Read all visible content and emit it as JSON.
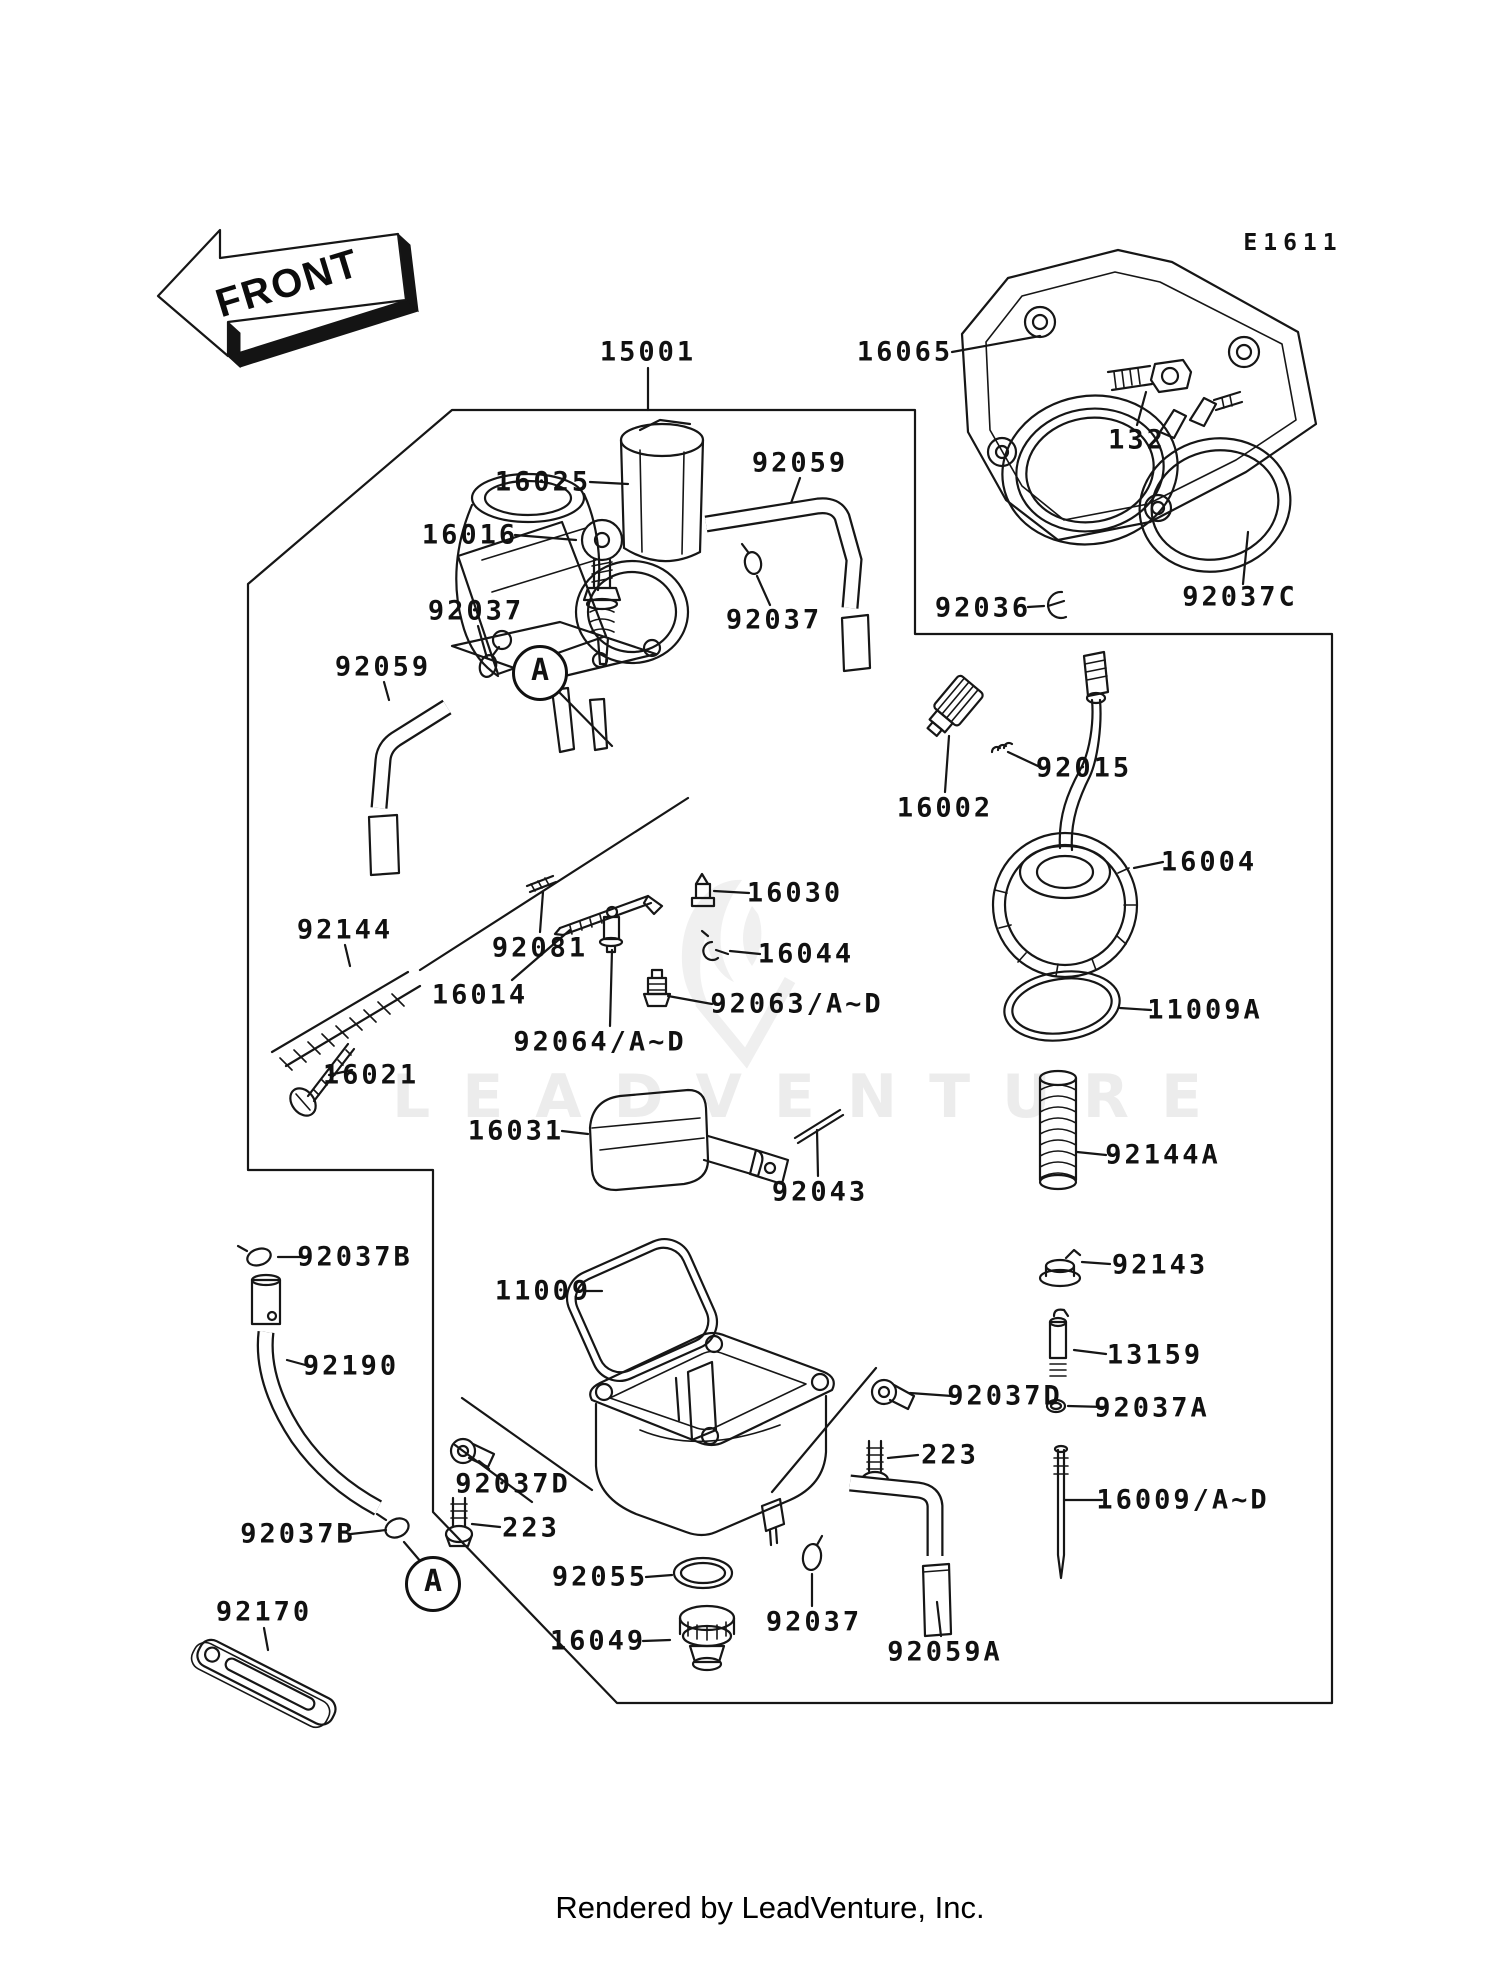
{
  "page": {
    "diagram_code": "E1611",
    "front_arrow": "FRONT",
    "detail_marker": "A",
    "watermark_text": "LEADVENTURE",
    "footer_credit": "Rendered by LeadVenture, Inc."
  },
  "parts": {
    "p15001": "15001",
    "p16065": "16065",
    "p132": "132",
    "p92036": "92036",
    "p92037c": "92037C",
    "p16025": "16025",
    "p16016": "16016",
    "p92059_top": "92059",
    "p92037_top": "92037",
    "p92037_mid": "92037",
    "p92059_left": "92059",
    "p16002": "16002",
    "p92015": "92015",
    "p16004": "16004",
    "p92144": "92144",
    "p92081": "92081",
    "p16014": "16014",
    "p16030": "16030",
    "p16044": "16044",
    "p92063": "92063/A~D",
    "p92064": "92064/A~D",
    "p11009a": "11009A",
    "p16021": "16021",
    "p16031": "16031",
    "p92043": "92043",
    "p92144a": "92144A",
    "p92037b_top": "92037B",
    "p11009": "11009",
    "p92190": "92190",
    "p92143": "92143",
    "p13159": "13159",
    "p92037d_right": "92037D",
    "p92037a": "92037A",
    "p223_right": "223",
    "p16009": "16009/A~D",
    "p92037d_left": "92037D",
    "p223_left": "223",
    "p92055": "92055",
    "p92037_bottom": "92037",
    "p92059a": "92059A",
    "p16049": "16049",
    "p92037b_bottom": "92037B",
    "p92170": "92170"
  }
}
